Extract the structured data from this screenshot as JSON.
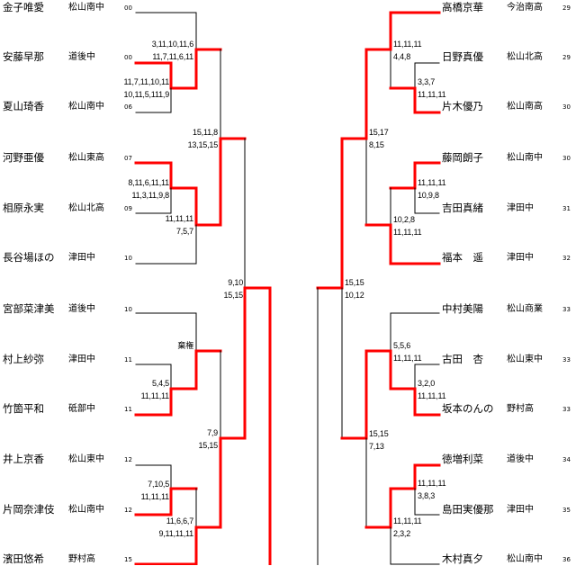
{
  "colors": {
    "winner_line": "#ff0000",
    "line": "#000000"
  },
  "left": {
    "players": [
      {
        "name": "金子唯愛",
        "school": "松山南中",
        "num": "00"
      },
      {
        "name": "安藤早那",
        "school": "道後中",
        "num": "00"
      },
      {
        "name": "夏山琦香",
        "school": "松山南中",
        "num": "06"
      },
      {
        "name": "河野亜優",
        "school": "松山東高",
        "num": "07"
      },
      {
        "name": "相原永実",
        "school": "松山北高",
        "num": "09"
      },
      {
        "name": "長谷場ほの",
        "school": "津田中",
        "num": "10"
      },
      {
        "name": "宮部菜津美",
        "school": "道後中",
        "num": "10"
      },
      {
        "name": "村上紗弥",
        "school": "津田中",
        "num": "11"
      },
      {
        "name": "竹箇平和",
        "school": "砥部中",
        "num": "11"
      },
      {
        "name": "井上京香",
        "school": "松山東中",
        "num": "12"
      },
      {
        "name": "片岡奈津伎",
        "school": "松山南中",
        "num": "12"
      },
      {
        "name": "濱田悠希",
        "school": "野村高",
        "num": "15"
      }
    ],
    "scores": [
      [
        "3,11,10,11,6",
        "11,7,11,6,11"
      ],
      [
        "11,7,11,10,11",
        "10,11,5,111,9"
      ],
      [
        "15,11,8",
        "13,15,15"
      ],
      [
        "8,11,6,11,11",
        "11,3,11,9,8"
      ],
      [
        "11,11,11",
        "7,5,7"
      ],
      [
        "9,10",
        "15,15"
      ],
      [
        "棄権"
      ],
      [
        "5,4,5",
        "11,11,11"
      ],
      [
        "7,9",
        "15,15"
      ],
      [
        "7,10,5",
        "11,11,11"
      ],
      [
        "11,6,6,7",
        "9,11,11,11"
      ]
    ]
  },
  "right": {
    "players": [
      {
        "name": "高橋京華",
        "school": "今治南高",
        "num": "29"
      },
      {
        "name": "日野真優",
        "school": "松山北高",
        "num": "29"
      },
      {
        "name": "片木優乃",
        "school": "松山南高",
        "num": "30"
      },
      {
        "name": "藤岡朗子",
        "school": "松山南中",
        "num": "30"
      },
      {
        "name": "吉田真緒",
        "school": "津田中",
        "num": "31"
      },
      {
        "name": "福本　遥",
        "school": "津田中",
        "num": "32"
      },
      {
        "name": "中村美陽",
        "school": "松山商業",
        "num": "33"
      },
      {
        "name": "古田　杏",
        "school": "松山東中",
        "num": "33"
      },
      {
        "name": "坂本のんの",
        "school": "野村高",
        "num": "33"
      },
      {
        "name": "徳増利菜",
        "school": "道後中",
        "num": "34"
      },
      {
        "name": "島田実優那",
        "school": "津田中",
        "num": "35"
      },
      {
        "name": "木村真夕",
        "school": "松山南中",
        "num": "36"
      }
    ],
    "scores": [
      [
        "11,11,11",
        "4,4,8"
      ],
      [
        "3,3,7",
        "11,11,11"
      ],
      [
        "15,17",
        "8,15"
      ],
      [
        "11,11,11",
        "10,9,8"
      ],
      [
        "10,2,8",
        "11,11,11"
      ],
      [
        "15,15",
        "10,12"
      ],
      [
        "5,5,6",
        "11,11,11"
      ],
      [
        "3,2,0",
        "11,11,11"
      ],
      [
        "15,15",
        "7,13"
      ],
      [
        "11,11,11",
        "3,8,3"
      ],
      [
        "11,11,11",
        "2,3,2"
      ]
    ]
  }
}
